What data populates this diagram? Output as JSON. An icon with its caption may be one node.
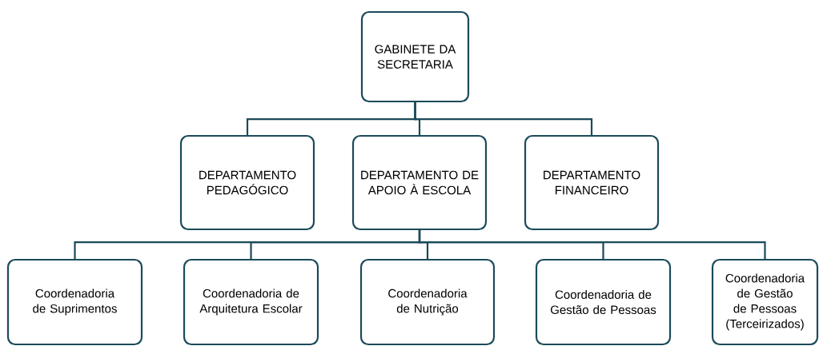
{
  "diagram": {
    "nodes": [
      {
        "text": [
          "GABINETE DA SECRETARIA"
        ]
      },
      {
        "text": [
          "DEPARTAMENTO PEDAGÓGICO"
        ]
      },
      {
        "text": [
          "DEPARTAMENTO DE APOIO À ESCOLA"
        ]
      },
      {
        "text": [
          "DEPARTAMENTO FINANCEIRO"
        ]
      },
      {
        "text": [
          "Coordenadoria de Suprimentos"
        ]
      },
      {
        "text": [
          "Coordenadoria de Arquitetura Escolar"
        ]
      },
      {
        "text": [
          "Coordenadoria de Nutrição"
        ]
      },
      {
        "text": [
          "Coordenadoria de Gestão de Pessoas"
        ]
      },
      {
        "text": [
          "Coordenadoria de Gestão de Pessoas (Terceirizados)"
        ]
      }
    ],
    "edges": [
      {
        "from": 0,
        "to": 1,
        "arrow": "none"
      },
      {
        "from": 0,
        "to": 2,
        "arrow": "none"
      },
      {
        "from": 0,
        "to": 3,
        "arrow": "none"
      },
      {
        "from": 2,
        "to": 4,
        "arrow": "none"
      },
      {
        "from": 2,
        "to": 5,
        "arrow": "none"
      },
      {
        "from": 2,
        "to": 6,
        "arrow": "none"
      },
      {
        "from": 2,
        "to": 7,
        "arrow": "none"
      },
      {
        "from": 2,
        "to": 8,
        "arrow": "none"
      }
    ]
  }
}
